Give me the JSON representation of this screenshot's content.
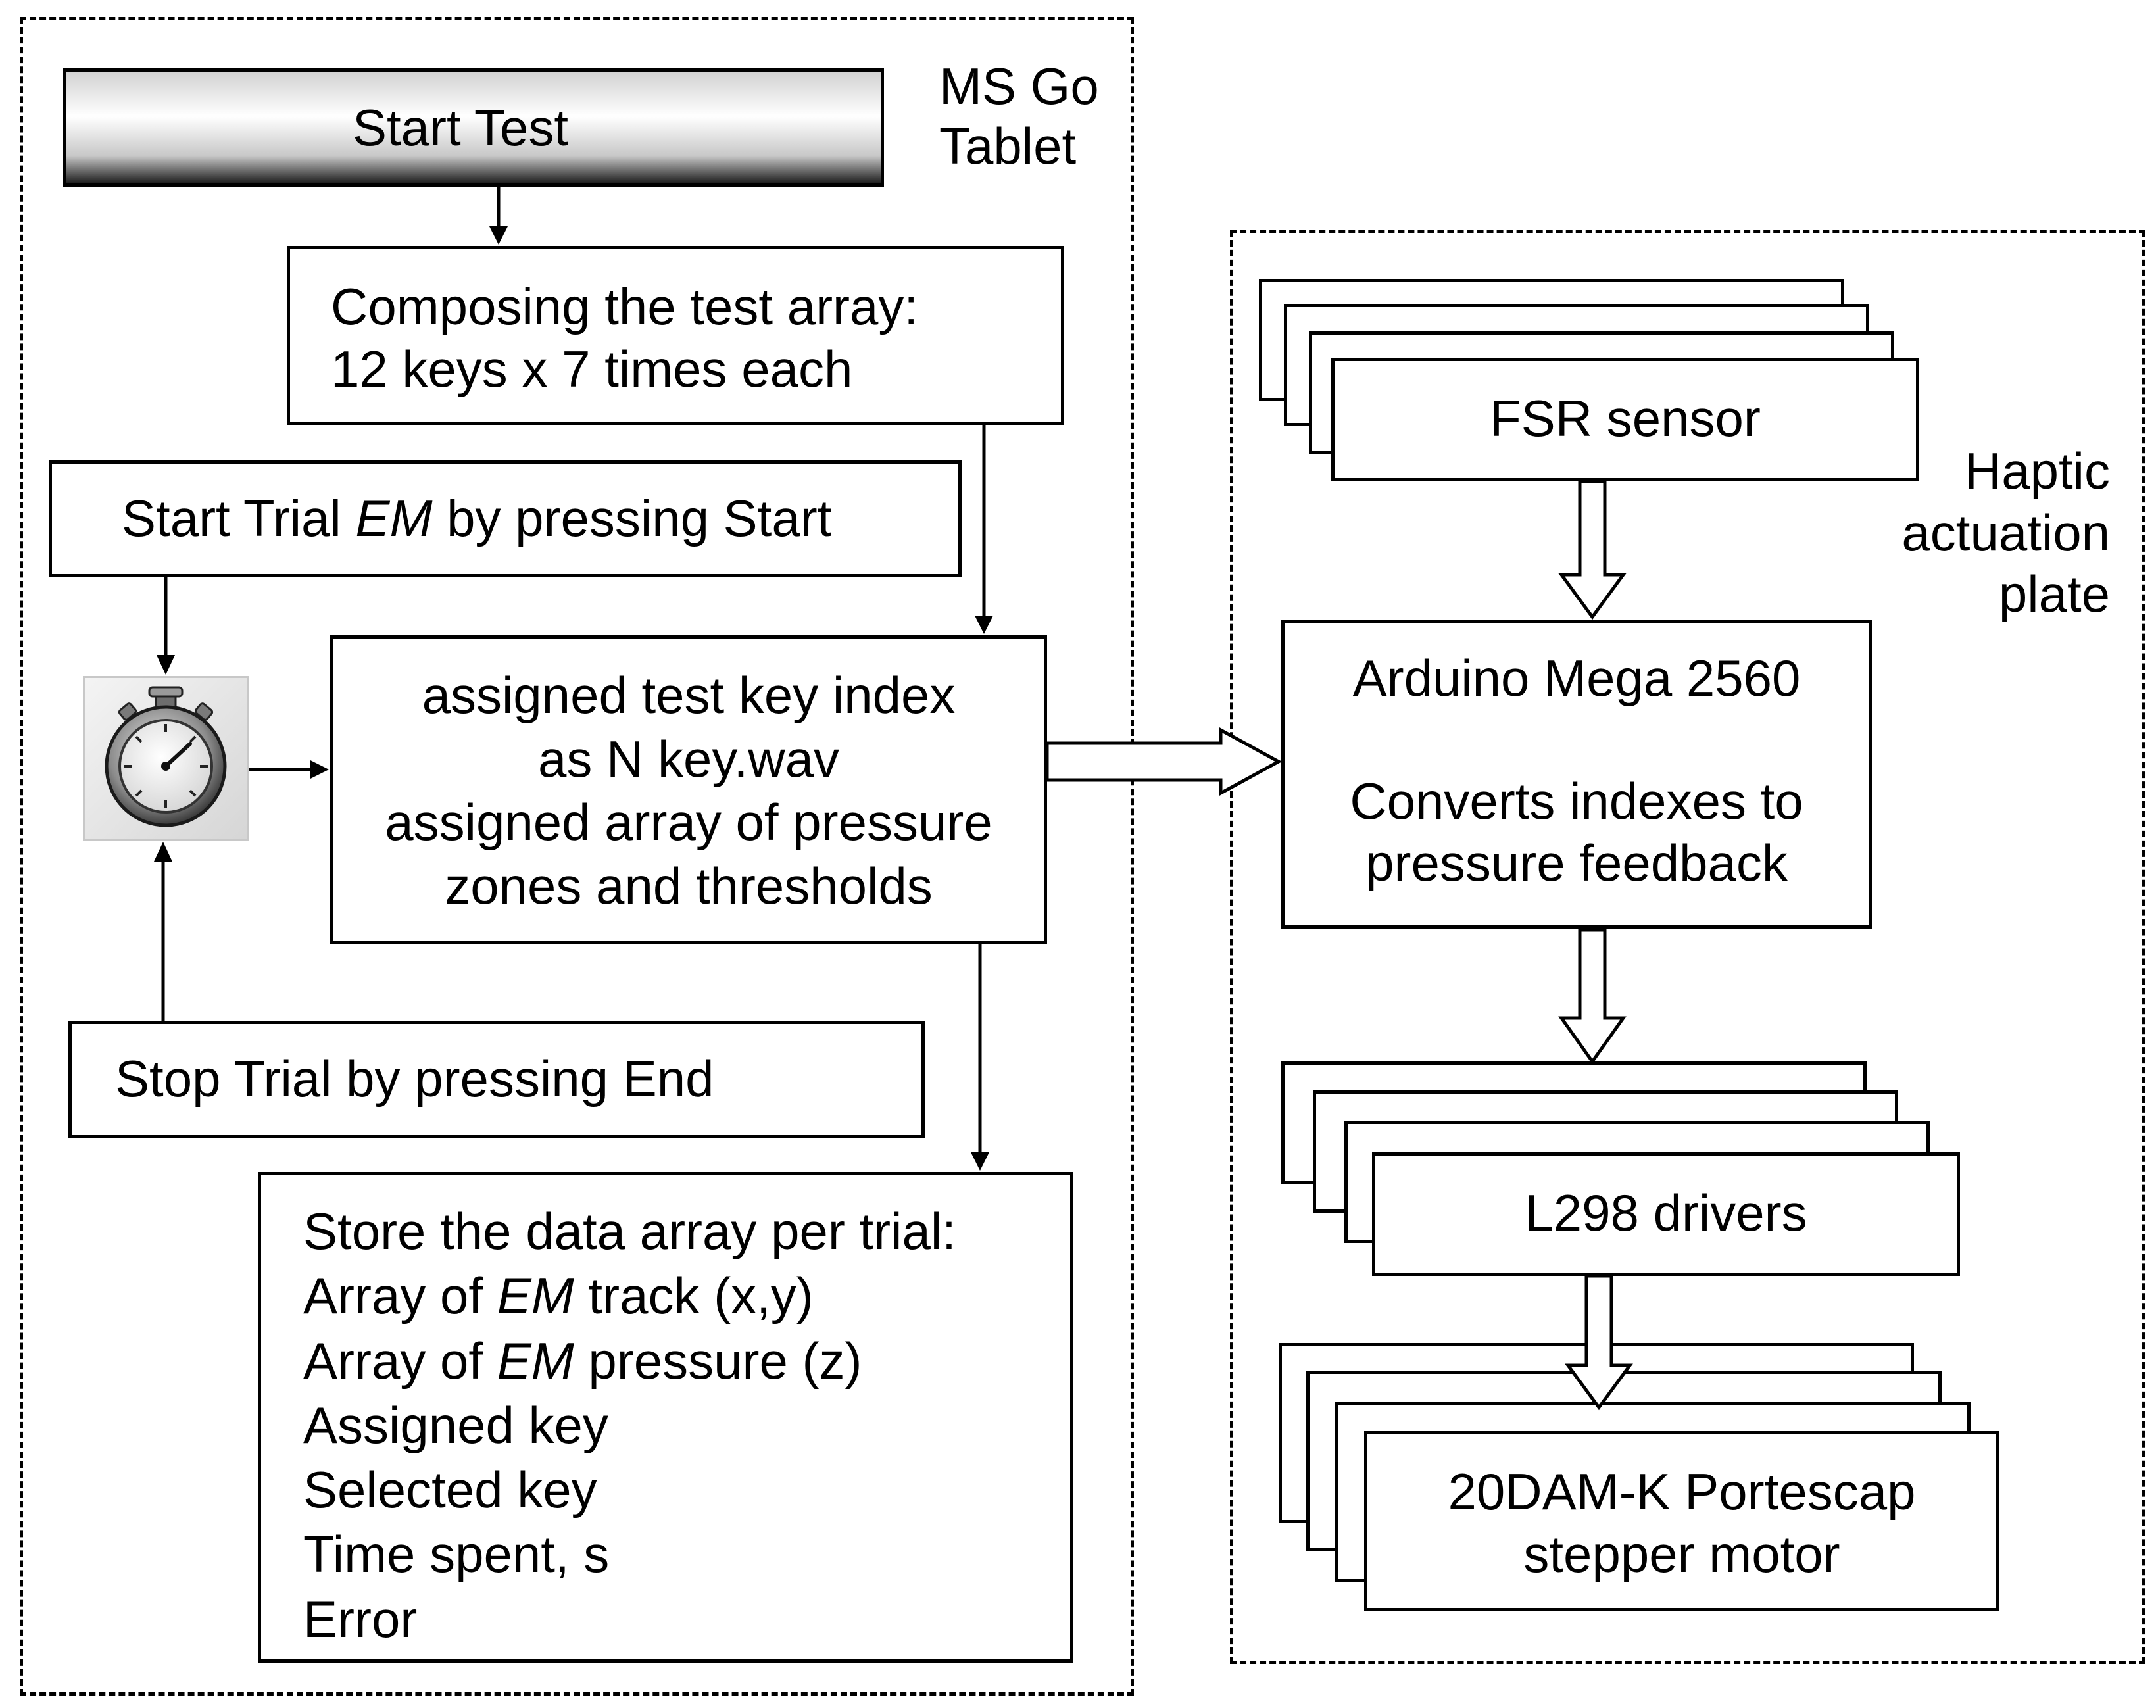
{
  "left_group": {
    "label_line1": "MS Go",
    "label_line2": "Tablet",
    "start_test": "Start Test",
    "compose_line1": "Composing the test array:",
    "compose_line2": "12 keys x 7 times each",
    "start_trial_pre": "Start Trial ",
    "start_trial_em": "EM",
    "start_trial_post": " by pressing Start",
    "assign_line1": "assigned test key index",
    "assign_line2": "as N key.wav",
    "assign_line3": "assigned array of pressure",
    "assign_line4": "zones and thresholds",
    "stop_trial": "Stop Trial by pressing End",
    "store_line1": "Store the data array per trial:",
    "store_line2_pre": "Array of ",
    "store_line2_em": "EM",
    "store_line2_post": " track (x,y)",
    "store_line3_pre": "Array of ",
    "store_line3_em": "EM",
    "store_line3_post": " pressure (z)",
    "store_line4": "Assigned key",
    "store_line5": "Selected key",
    "store_line6": "Time spent, s",
    "store_line7": "Error"
  },
  "right_group": {
    "label_line1": "Haptic",
    "label_line2": "actuation",
    "label_line3": "plate",
    "fsr": "FSR sensor",
    "arduino_line1": "Arduino Mega 2560",
    "arduino_line2": "Converts indexes to",
    "arduino_line3": "pressure feedback",
    "drivers": "L298 drivers",
    "motor_line1": "20DAM-K Portescap",
    "motor_line2": "stepper motor"
  },
  "icons": {
    "stopwatch": "stopwatch-icon"
  }
}
